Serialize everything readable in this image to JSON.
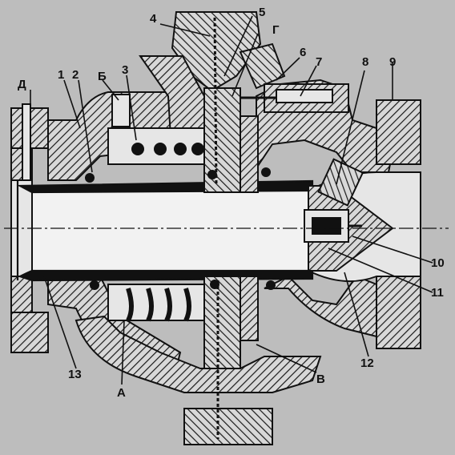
{
  "diagram": {
    "colors": {
      "background": "#bdbdbd",
      "metal": "#d8d8d8",
      "ink": "#111111",
      "hatch": "#1a1a1a",
      "cavity": "#f2f2f2"
    },
    "labels": {
      "n1": "1",
      "n2": "2",
      "n3": "3",
      "n4": "4",
      "n5": "5",
      "n6": "6",
      "n7": "7",
      "n8": "8",
      "n9": "9",
      "n10": "10",
      "n11": "11",
      "n12": "12",
      "n13": "13",
      "d": "Д",
      "b": "Б",
      "g": "Г",
      "a": "А",
      "v": "В"
    }
  }
}
